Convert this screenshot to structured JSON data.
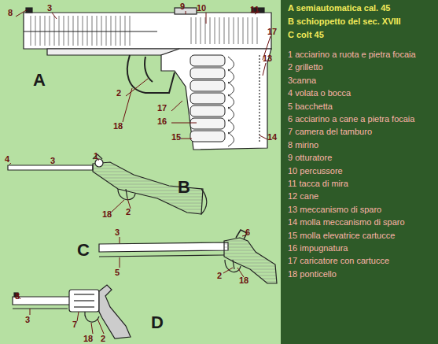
{
  "diagram": {
    "labels": [
      "A semiautomatica cal. 45",
      "B schioppetto del sec. XVIII",
      "C colt 45",
      "1 acciarino a ruota e pietra focaia",
      "2 grilletto",
      "3canna",
      "4 volata o bocca",
      "5 bacchetta",
      "6 acciarino a cane a pietra focaia",
      "7 camera del tamburo",
      "8 mirino",
      "9 otturatore",
      "10 percussore",
      "11 tacca di mira",
      "12 cane",
      "13 meccanismo di sparo",
      "14 molla meccanismo di sparo",
      "15 molla elevatrice cartucce",
      "16 impugnatura",
      "17 caricatore con cartucce",
      "18 ponticello",
      "A",
      "8",
      "3",
      "9",
      "10",
      "11",
      "17",
      "13",
      "2",
      "18",
      "17",
      "16",
      "15",
      "14",
      "B",
      "1",
      "4",
      "3",
      "18",
      "2",
      "C",
      "3",
      "6",
      "5",
      "2",
      "18",
      "D",
      "8",
      "3",
      "7",
      "18",
      "2"
    ]
  }
}
